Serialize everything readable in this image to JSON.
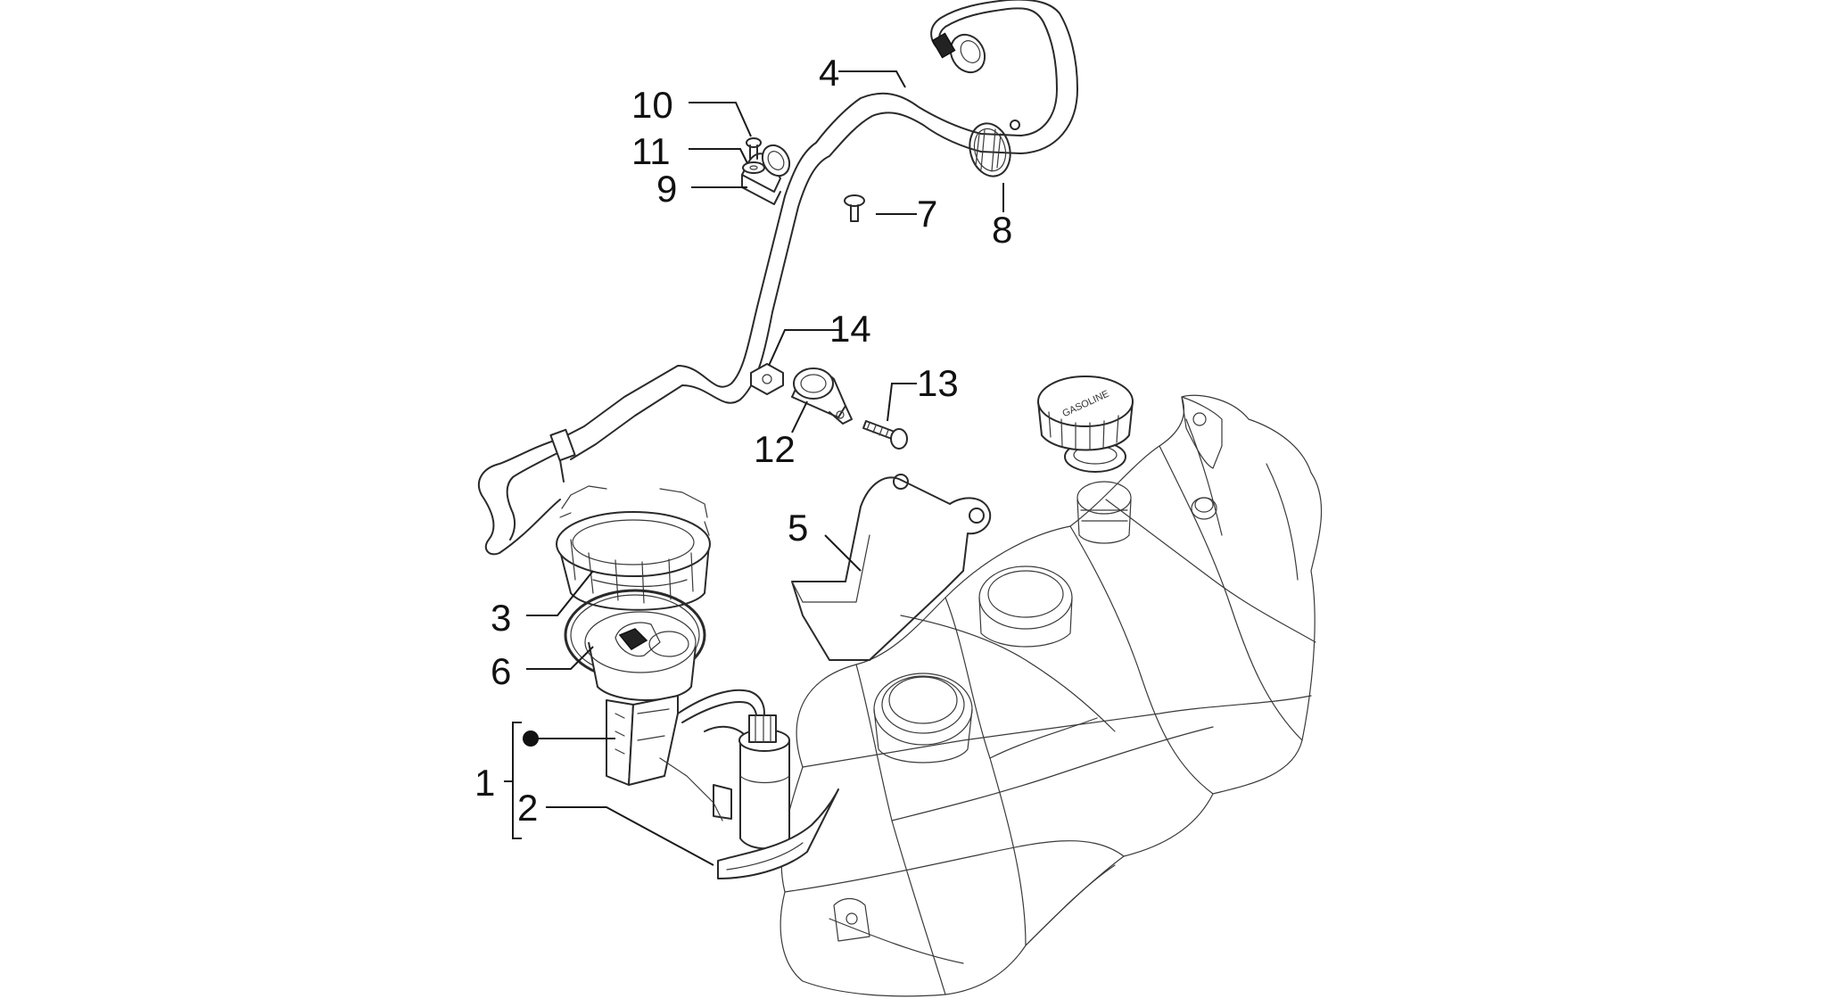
{
  "callouts": {
    "c1": "1",
    "c2": "2",
    "c3": "3",
    "c4": "4",
    "c5": "5",
    "c6": "6",
    "c7": "7",
    "c8": "8",
    "c9": "9",
    "c10": "10",
    "c11": "11",
    "c12": "12",
    "c13": "13",
    "c14": "14"
  },
  "tank_cap_text": "GASOLINE"
}
